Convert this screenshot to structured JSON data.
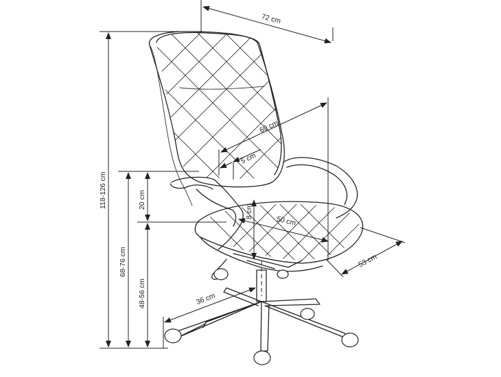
{
  "dimensions": {
    "overall_width": "72 cm",
    "backrest_height": "60 cm",
    "backrest_thickness": "5 cm",
    "total_height": "118-126 cm",
    "armrest_height": "68-76 cm",
    "armrest_above_seat": "20 cm",
    "seat_height": "48-56 cm",
    "seat_thickness": "8 cm",
    "seat_depth": "50 cm",
    "seat_width": "53 cm",
    "base_radius": "36 cm"
  }
}
